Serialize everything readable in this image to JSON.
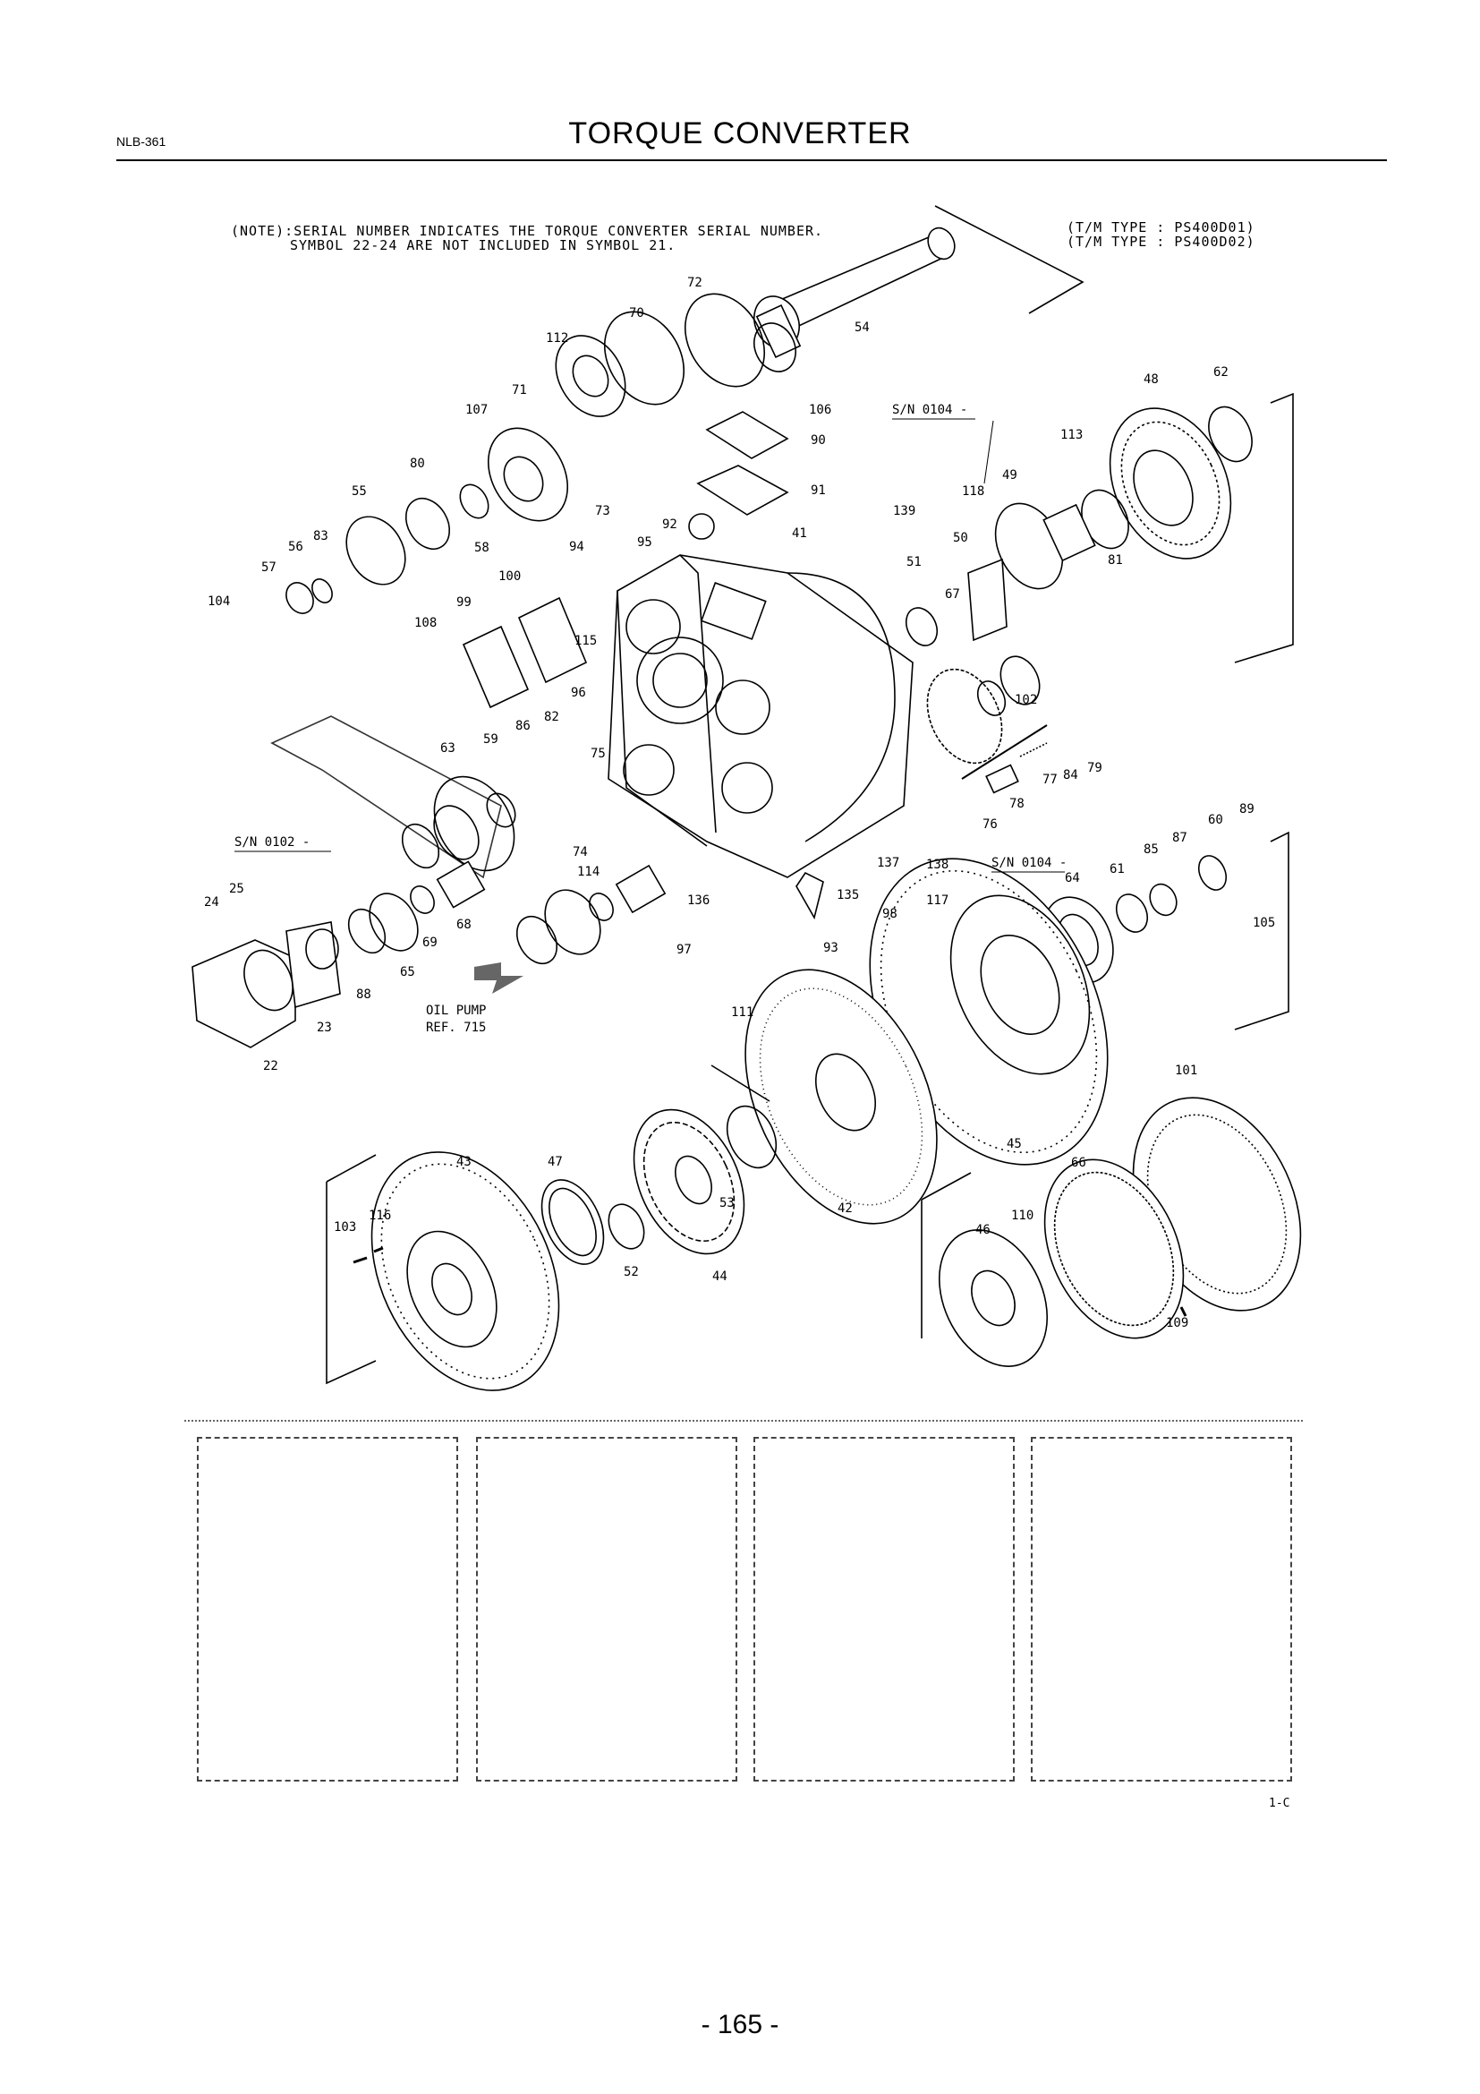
{
  "header": {
    "doc_code": "NLB-361",
    "title": "TORQUE CONVERTER"
  },
  "notes": {
    "line1": "(NOTE):SERIAL NUMBER INDICATES THE TORQUE CONVERTER SERIAL NUMBER.",
    "line2": "SYMBOL 22-24 ARE NOT INCLUDED IN SYMBOL 21.",
    "tm_type_1": "(T/M TYPE : PS400D01)",
    "tm_type_2": "(T/M TYPE : PS400D02)",
    "serial_0104_a": "S/N 0104 -",
    "serial_0104_b": "S/N 0104 -",
    "serial_0102": "S/N 0102 -",
    "oil_pump_1": "OIL PUMP",
    "oil_pump_2": "REF. 715"
  },
  "part_labels": [
    "22",
    "23",
    "24",
    "25",
    "41",
    "42",
    "43",
    "44",
    "45",
    "46",
    "47",
    "48",
    "49",
    "50",
    "51",
    "52",
    "53",
    "54",
    "55",
    "56",
    "57",
    "58",
    "59",
    "60",
    "61",
    "62",
    "63",
    "64",
    "65",
    "66",
    "67",
    "68",
    "69",
    "70",
    "71",
    "72",
    "73",
    "74",
    "75",
    "76",
    "77",
    "78",
    "79",
    "80",
    "81",
    "82",
    "83",
    "84",
    "85",
    "86",
    "87",
    "88",
    "89",
    "90",
    "91",
    "92",
    "93",
    "94",
    "95",
    "96",
    "97",
    "98",
    "99",
    "100",
    "101",
    "102",
    "103",
    "104",
    "105",
    "106",
    "107",
    "108",
    "109",
    "110",
    "111",
    "112",
    "113",
    "114",
    "115",
    "116",
    "117",
    "118",
    "135",
    "136",
    "137",
    "138",
    "139"
  ],
  "footer": {
    "sheet_code": "1-C",
    "page_number": "- 165 -"
  }
}
